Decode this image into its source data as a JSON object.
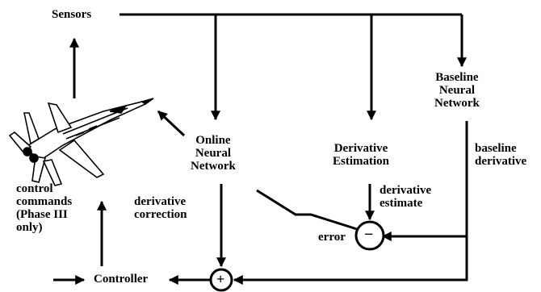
{
  "labels": {
    "sensors": "Sensors",
    "baseline_nn": "Baseline\nNeural\nNetwork",
    "online_nn": "Online\nNeural\nNetwork",
    "derivative_estimation": "Derivative\nEstimation",
    "baseline_derivative": "baseline\nderivative",
    "derivative_estimate": "derivative\nestimate",
    "derivative_correction": "derivative\ncorrection",
    "control_commands": "control\ncommands\n(Phase III\nonly)",
    "error": "error",
    "controller": "Controller",
    "summing_minus": "−",
    "summing_plus": "+"
  },
  "icons": {
    "aircraft": "fighter-jet-icon"
  },
  "colors": {
    "ink": "#000000",
    "background": "#ffffff"
  }
}
